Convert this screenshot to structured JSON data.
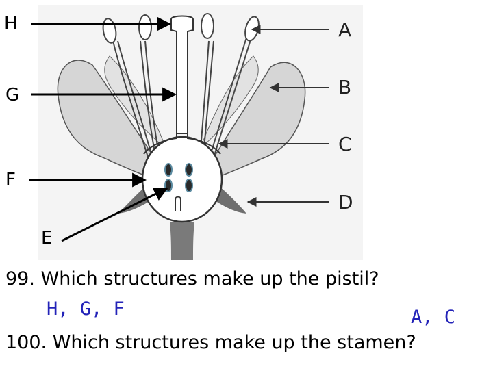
{
  "labels": {
    "H": "H",
    "G": "G",
    "F": "F",
    "E": "E",
    "A": "A",
    "B": "B",
    "C": "C",
    "D": "D"
  },
  "questions": {
    "q99": "99. Which structures make up the pistil?",
    "q100": "100. Which structures make up the stamen?"
  },
  "answers": {
    "a99": "H, G, F",
    "a100": "A, C"
  },
  "colors": {
    "answer": "#2323b8",
    "petal_fill": "#d6d6d6",
    "sepal_fill": "#707070"
  }
}
